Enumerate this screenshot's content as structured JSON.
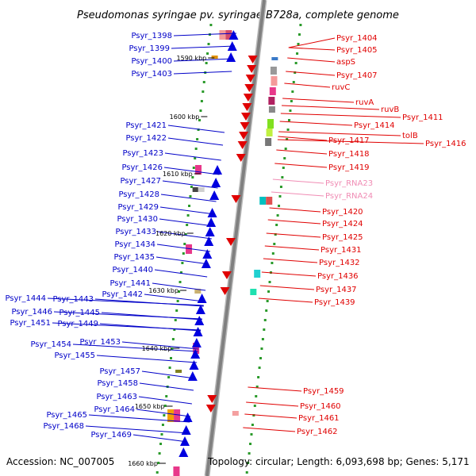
{
  "title": "Pseudomonas syringae pv. syringae B728a, complete genome",
  "footer": {
    "accession": "Accession: NC_007005",
    "topology": "Topology: circular; Length: 6,093,698 bp; Genes: 5,171"
  },
  "colors": {
    "left_label": "#0000c8",
    "right_label": "#e00000",
    "rna_label": "#f08cb4",
    "backbone": "#808080"
  },
  "ticks": [
    "1590 kbp",
    "1600 kbp",
    "1610 kbp",
    "1620 kbp",
    "1630 kbp",
    "1640 kbp",
    "1650 kbp",
    "1660 kbp"
  ],
  "left_labels": [
    "Psyr_1398",
    "Psyr_1399",
    "Psyr_1400",
    "Psyr_1403",
    "Psyr_1421",
    "Psyr_1422",
    "Psyr_1423",
    "Psyr_1426",
    "Psyr_1427",
    "Psyr_1428",
    "Psyr_1429",
    "Psyr_1430",
    "Psyr_1433",
    "Psyr_1434",
    "Psyr_1435",
    "Psyr_1440",
    "Psyr_1441",
    "Psyr_1442",
    "Psyr_1444",
    "Psyr_1443",
    "Psyr_1446",
    "Psyr_1445",
    "Psyr_1451",
    "Psyr_1449",
    "Psyr_1454",
    "Psyr_1453",
    "Psyr_1455",
    "Psyr_1457",
    "Psyr_1458",
    "Psyr_1463",
    "Psyr_1464",
    "Psyr_1465",
    "Psyr_1468",
    "Psyr_1469"
  ],
  "right_labels": [
    "Psyr_1404",
    "Psyr_1405",
    "aspS",
    "Psyr_1407",
    "ruvC",
    "ruvA",
    "ruvB",
    "Psyr_1411",
    "Psyr_1414",
    "tolB",
    "Psyr_1416",
    "Psyr_1417",
    "Psyr_1418",
    "Psyr_1419",
    "Psyr_RNA23",
    "Psyr_RNA24",
    "Psyr_1420",
    "Psyr_1424",
    "Psyr_1425",
    "Psyr_1431",
    "Psyr_1432",
    "Psyr_1436",
    "Psyr_1437",
    "Psyr_1439",
    "Psyr_1459",
    "Psyr_1460",
    "Psyr_1461",
    "Psyr_1462"
  ]
}
